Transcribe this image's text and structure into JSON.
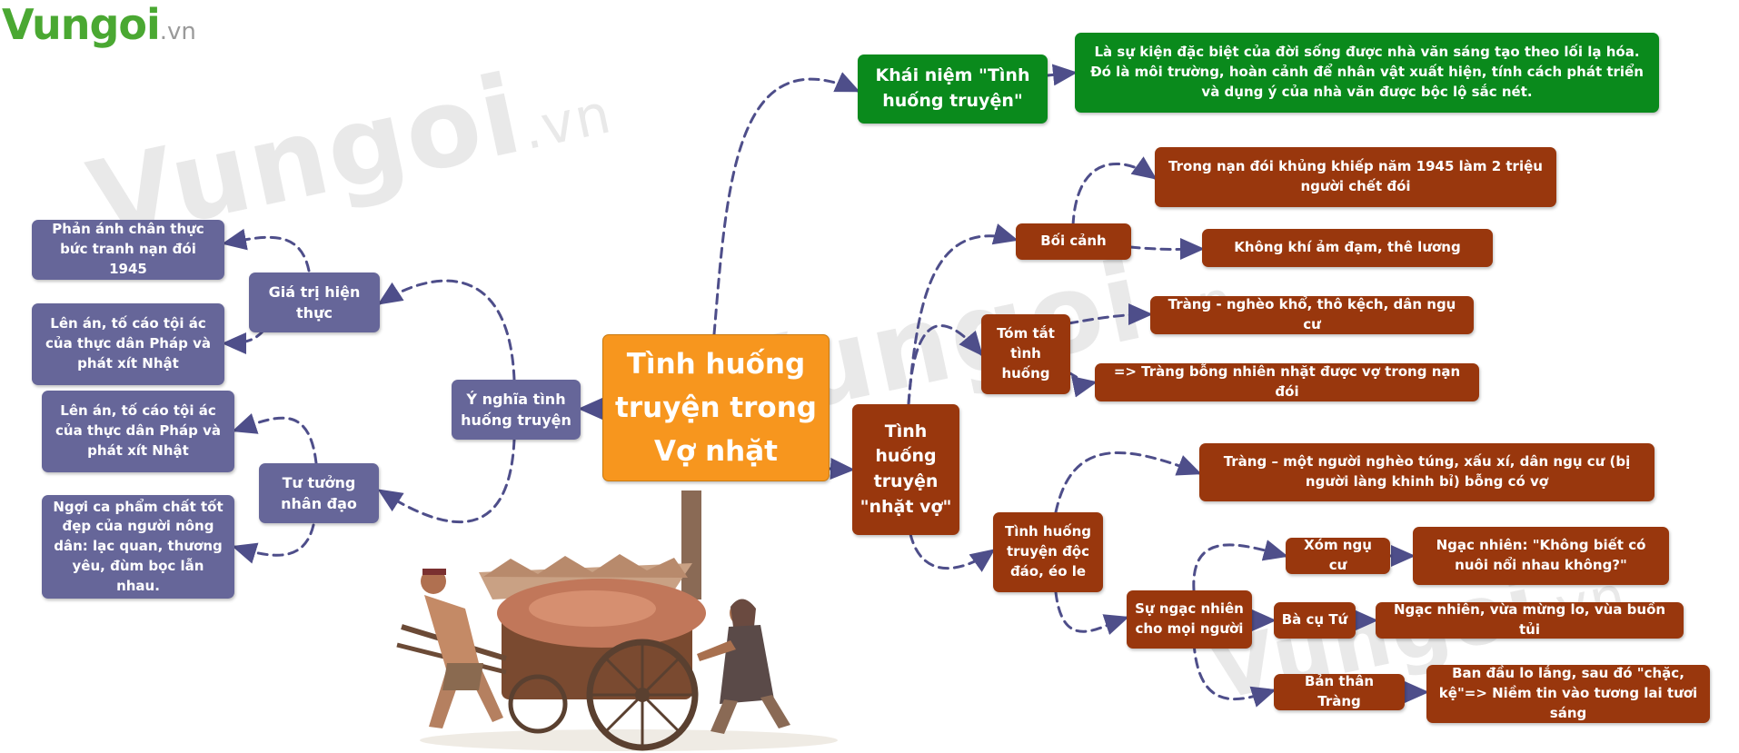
{
  "logo": {
    "main": "Vungoi",
    "suffix": ".vn"
  },
  "center": {
    "label": "Tình huống truyện trong Vợ nhặt"
  },
  "concept": {
    "label": "Khái niệm \"Tình huống truyện\"",
    "definition": "Là sự kiện đặc biệt của đời sống được nhà văn sáng tạo theo lối lạ hóa. Đó là môi trường, hoàn cảnh để nhân vật xuất hiện, tính cách phát triển và dụng ý của nhà văn được bộc lộ sắc nét."
  },
  "situation": {
    "label": "Tình huống truyện \"nhặt vợ\"",
    "context": {
      "label": "Bối cảnh",
      "items": [
        "Trong nạn đói khủng khiếp năm 1945 làm 2 triệu người chết đói",
        "Không khí ảm đạm, thê lương"
      ]
    },
    "summary": {
      "label": "Tóm tắt tình huống",
      "items": [
        "Tràng - nghèo khổ, thô kệch, dân ngụ cư",
        "=> Tràng bỗng nhiên nhặt được vợ trong nạn đói"
      ]
    },
    "unique": {
      "label": "Tình huống truyện độc đáo, éo le",
      "item": "Tràng – một người nghèo túng, xấu xí, dân ngụ cư (bị người làng khinh bỉ) bỗng có vợ",
      "surprise": {
        "label": "Sự ngạc nhiên cho mọi người",
        "who": [
          {
            "label": "Xóm ngụ cư",
            "reaction": "Ngạc nhiên: \"Không biết có nuôi nổi nhau không?\""
          },
          {
            "label": "Bà cụ Tứ",
            "reaction": "Ngạc nhiên, vừa mừng lo, vùa buồn tủi"
          },
          {
            "label": "Bản thân Tràng",
            "reaction": "Ban đầu lo lắng, sau đó \"chặc, kệ\"=> Niềm tin vào tương lai tươi sáng"
          }
        ]
      }
    }
  },
  "meaning": {
    "label": "Ý nghĩa tình huống truyện",
    "realism": {
      "label": "Giá trị hiện thực",
      "items": [
        "Phản ánh chân thực bức tranh nạn đói 1945",
        "Lên án, tố cáo tội ác của thực dân Pháp và phát xít Nhật"
      ]
    },
    "humanism": {
      "label": "Tư tưởng nhân đạo",
      "items": [
        "Lên án, tố cáo tội ác của thực dân Pháp và phát xít Nhật",
        "Ngợi ca phẩm chất tốt đẹp của người nông dân: lạc quan, thương yêu, đùm bọc lẫn nhau."
      ]
    }
  },
  "colors": {
    "center": "#f7961e",
    "right_branch": "#99370d",
    "concept_branch": "#0a8a1c",
    "left_branch": "#666699",
    "connector": "#4e4e8a"
  }
}
